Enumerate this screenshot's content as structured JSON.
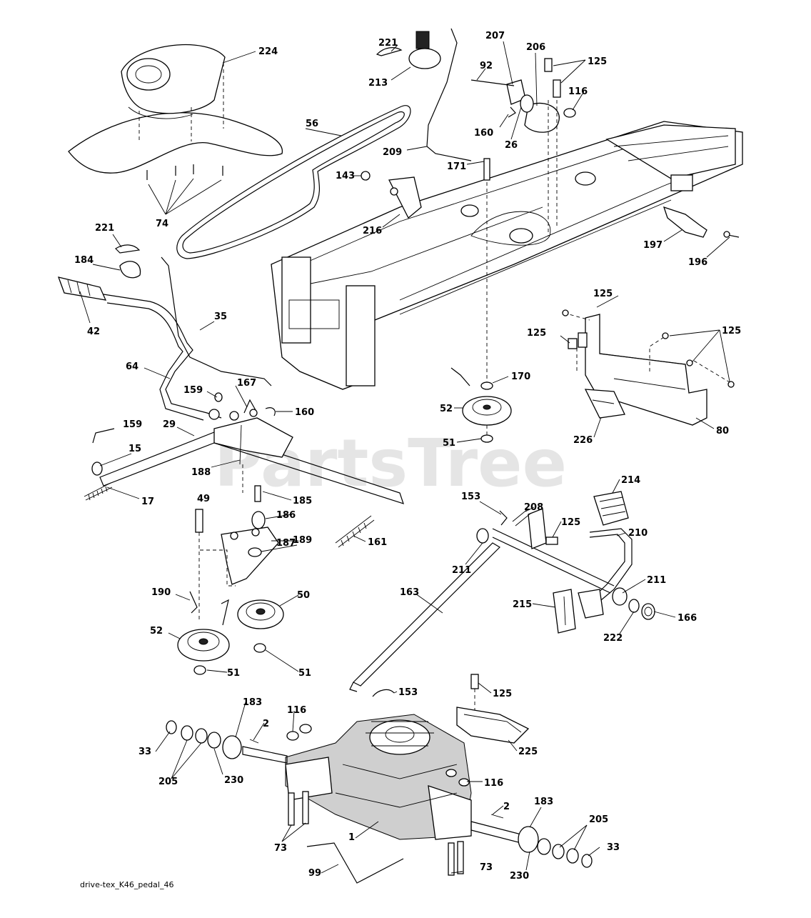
{
  "diagram": {
    "caption": "drive-tex_K46_pedal_46",
    "watermark": "PartsTree",
    "callouts": {
      "c224": "224",
      "c221a": "221",
      "c213": "213",
      "c207": "207",
      "c206": "206",
      "c92": "92",
      "c125a": "125",
      "c116a": "116",
      "c160a": "160",
      "c26": "26",
      "c56": "56",
      "c209": "209",
      "c171": "171",
      "c143": "143",
      "c216": "216",
      "c197": "197",
      "c196": "196",
      "c74": "74",
      "c221b": "221",
      "c184": "184",
      "c42": "42",
      "c35": "35",
      "c64": "64",
      "c167": "167",
      "c159a": "159",
      "c160b": "160",
      "c159b": "159",
      "c29": "29",
      "c15": "15",
      "c17": "17",
      "c188": "188",
      "c49": "49",
      "c185": "185",
      "c186": "186",
      "c189": "189",
      "c161": "161",
      "c187": "187",
      "c190": "190",
      "c50": "50",
      "c52a": "52",
      "c51a": "51",
      "c51b": "51",
      "c125b": "125",
      "c125c": "125",
      "c125d": "125",
      "c170": "170",
      "c52b": "52",
      "c51c": "51",
      "c226": "226",
      "c80": "80",
      "c214": "214",
      "c153a": "153",
      "c208": "208",
      "c125e": "125",
      "c210": "210",
      "c211a": "211",
      "c211b": "211",
      "c163": "163",
      "c215": "215",
      "c222": "222",
      "c166": "166",
      "c153b": "153",
      "c125f": "125",
      "c225": "225",
      "c183a": "183",
      "c116b": "116",
      "c2a": "2",
      "c33a": "33",
      "c205a": "205",
      "c230a": "230",
      "c116c": "116",
      "c2b": "2",
      "c183b": "183",
      "c205b": "205",
      "c33b": "33",
      "c1": "1",
      "c73a": "73",
      "c73b": "73",
      "c230b": "230",
      "c99": "99"
    }
  }
}
